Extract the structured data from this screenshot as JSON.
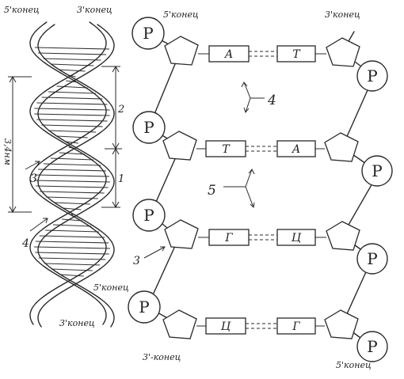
{
  "helix": {
    "label_5_top": "5'конец",
    "label_3_top": "3'конец",
    "label_5_bottom": "5'конец",
    "label_3_bottom": "3'конец",
    "dim_full": "3,4нм",
    "dim_segment_top": "2",
    "dim_segment_bottom": "1",
    "callout_3": "3",
    "callout_4": "4"
  },
  "ladder": {
    "label_5_top": "5'конец",
    "label_3_top": "3'конец",
    "label_3_bottom": "3'-конец",
    "label_5_bottom": "5'конец",
    "phosphate": "P",
    "pairs": [
      {
        "left": "А",
        "right": "Т"
      },
      {
        "left": "Т",
        "right": "А"
      },
      {
        "left": "Г",
        "right": "Ц"
      },
      {
        "left": "Ц",
        "right": "Г"
      }
    ],
    "callout_4": "4",
    "callout_5": "5",
    "callout_3": "3"
  }
}
